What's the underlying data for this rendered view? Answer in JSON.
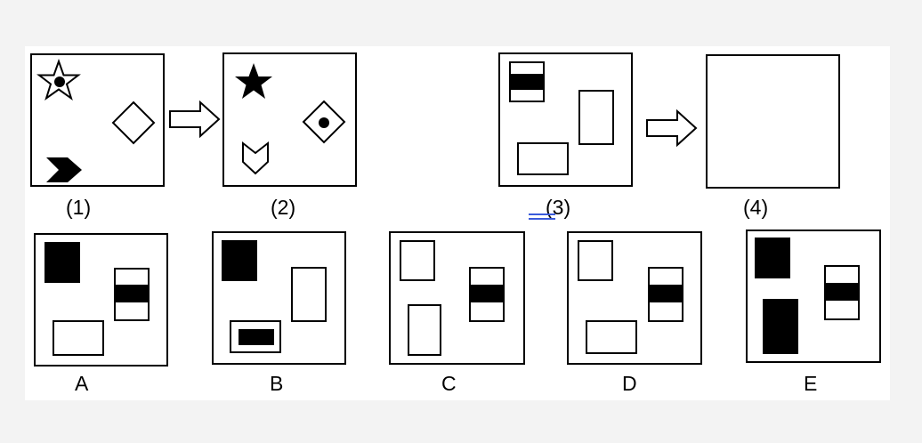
{
  "sequence_labels": [
    "(1)",
    "(2)",
    "(3)",
    "(4)"
  ],
  "option_labels": [
    "A",
    "B",
    "C",
    "D",
    "E"
  ],
  "icons": {
    "star": "star-icon",
    "diamond": "diamond-icon",
    "chevron": "chevron-icon",
    "arrow": "right-arrow-icon"
  },
  "colors": {
    "stroke": "#000000",
    "fill": "#000000",
    "background": "#ffffff",
    "marker": "#3b5bdb"
  }
}
